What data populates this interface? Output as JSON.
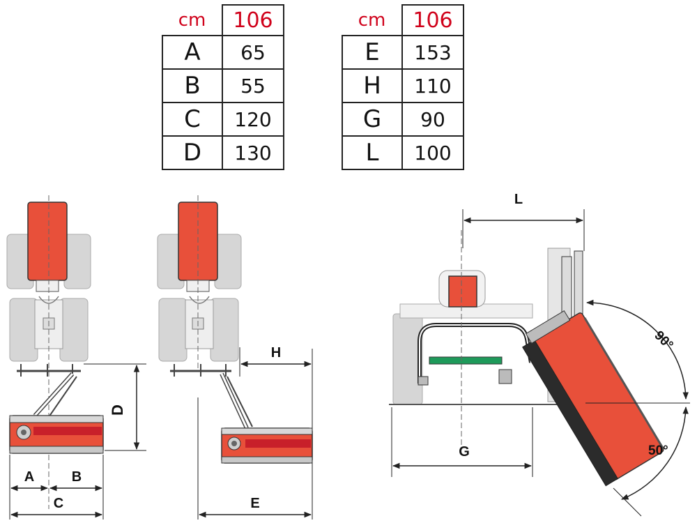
{
  "table_left": {
    "header": {
      "unit": "cm",
      "model": "106"
    },
    "rows": [
      {
        "key": "A",
        "value": "65"
      },
      {
        "key": "B",
        "value": "55"
      },
      {
        "key": "C",
        "value": "120"
      },
      {
        "key": "D",
        "value": "130"
      }
    ]
  },
  "table_right": {
    "header": {
      "unit": "cm",
      "model": "106"
    },
    "rows": [
      {
        "key": "E",
        "value": "153"
      },
      {
        "key": "H",
        "value": "110"
      },
      {
        "key": "G",
        "value": "90"
      },
      {
        "key": "L",
        "value": "100"
      }
    ]
  },
  "dimension_labels": {
    "a": "A",
    "b": "B",
    "c": "C",
    "d": "D",
    "e": "E",
    "h": "H",
    "g": "G",
    "l": "L"
  },
  "angles": {
    "upper": "90°",
    "lower": "50°"
  },
  "colors": {
    "mower_red": "#e8503a",
    "tractor_gray": "#d6d6d6",
    "green_bar": "#1e9a5a",
    "header_red": "#d0021b",
    "line": "#222222"
  }
}
